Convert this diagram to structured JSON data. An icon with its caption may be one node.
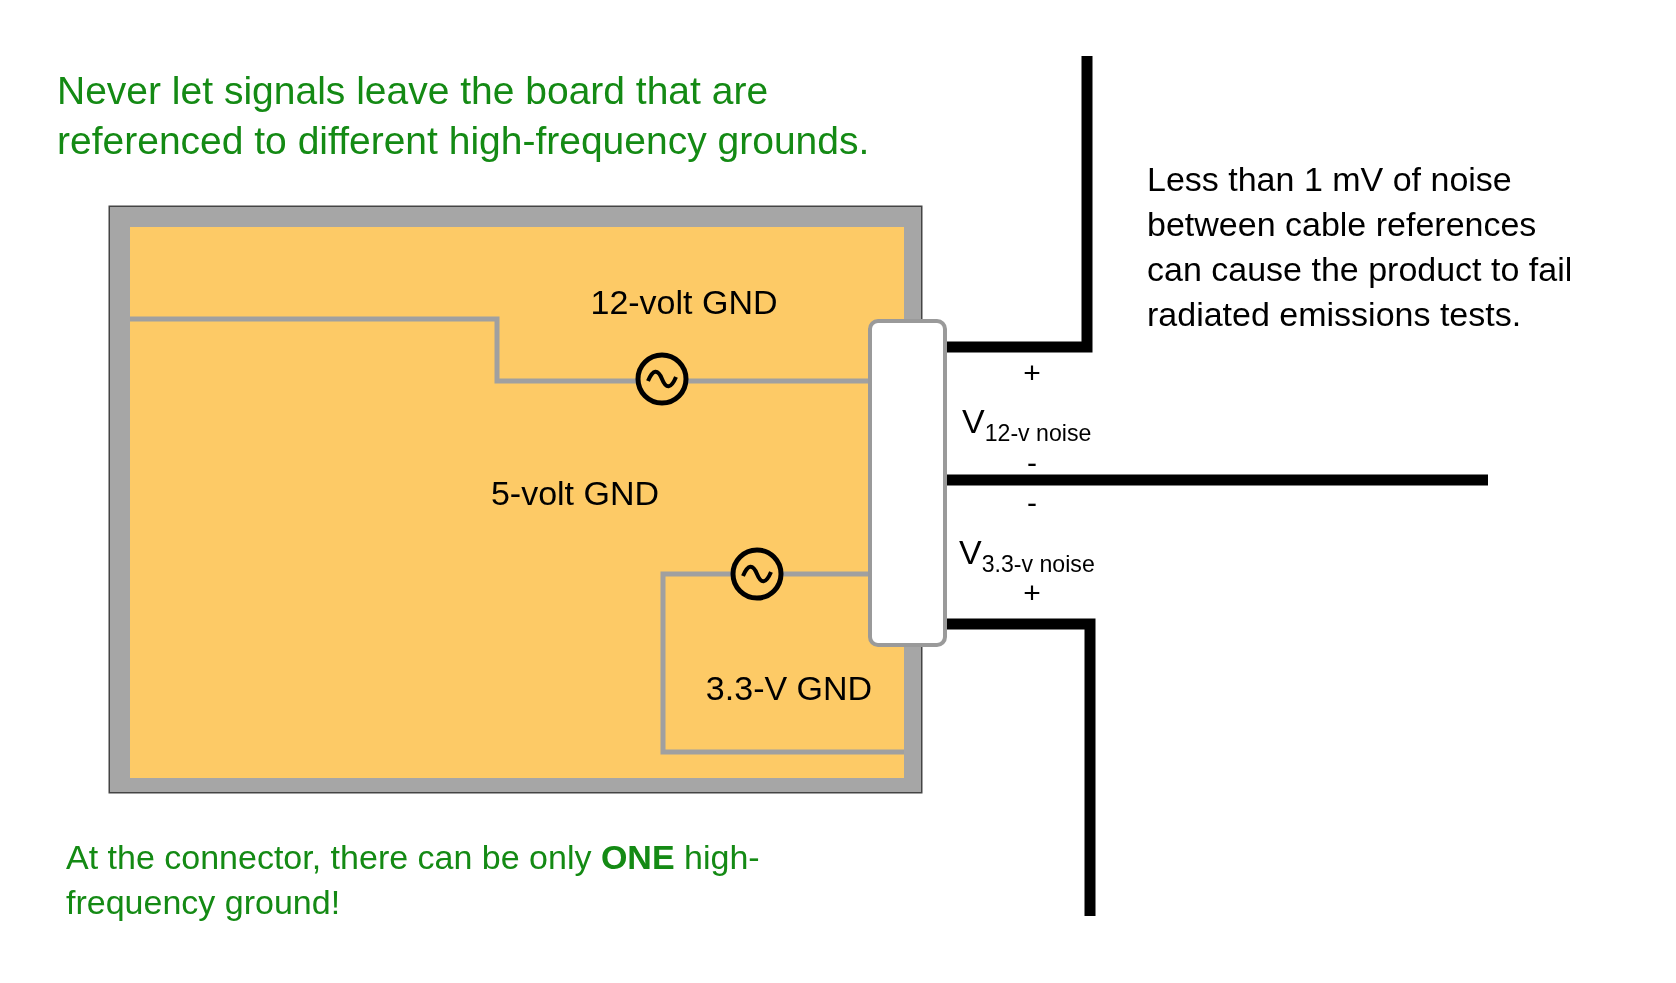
{
  "diagram": {
    "title": "Never let signals leave the board that are referenced to different high-frequency grounds.",
    "nodes": [
      {
        "text": [],
        "shape": "box"
      },
      {
        "text": [
          "12-volt GND"
        ],
        "in": 0
      },
      {
        "text": [
          "5-volt GND"
        ],
        "in": 0
      },
      {
        "text": [
          "3.3-V GND"
        ],
        "in": 0
      },
      {
        "text": [],
        "shape": "box"
      }
    ],
    "edges": [
      {
        "from": 4,
        "to": null,
        "arrow": "none"
      },
      {
        "from": 4,
        "to": null,
        "arrow": "none"
      },
      {
        "from": 4,
        "to": null,
        "arrow": "none"
      }
    ],
    "labels": [
      "Less than 1 mV of noise between cable references can cause the product to fail radiated emissions tests.",
      "+",
      "V$_{12-v noise}$",
      "-",
      "-",
      "V$_{3.3-v noise}$",
      "+",
      "At the connector, there can be only **ONE** high-frequency ground!"
    ]
  }
}
